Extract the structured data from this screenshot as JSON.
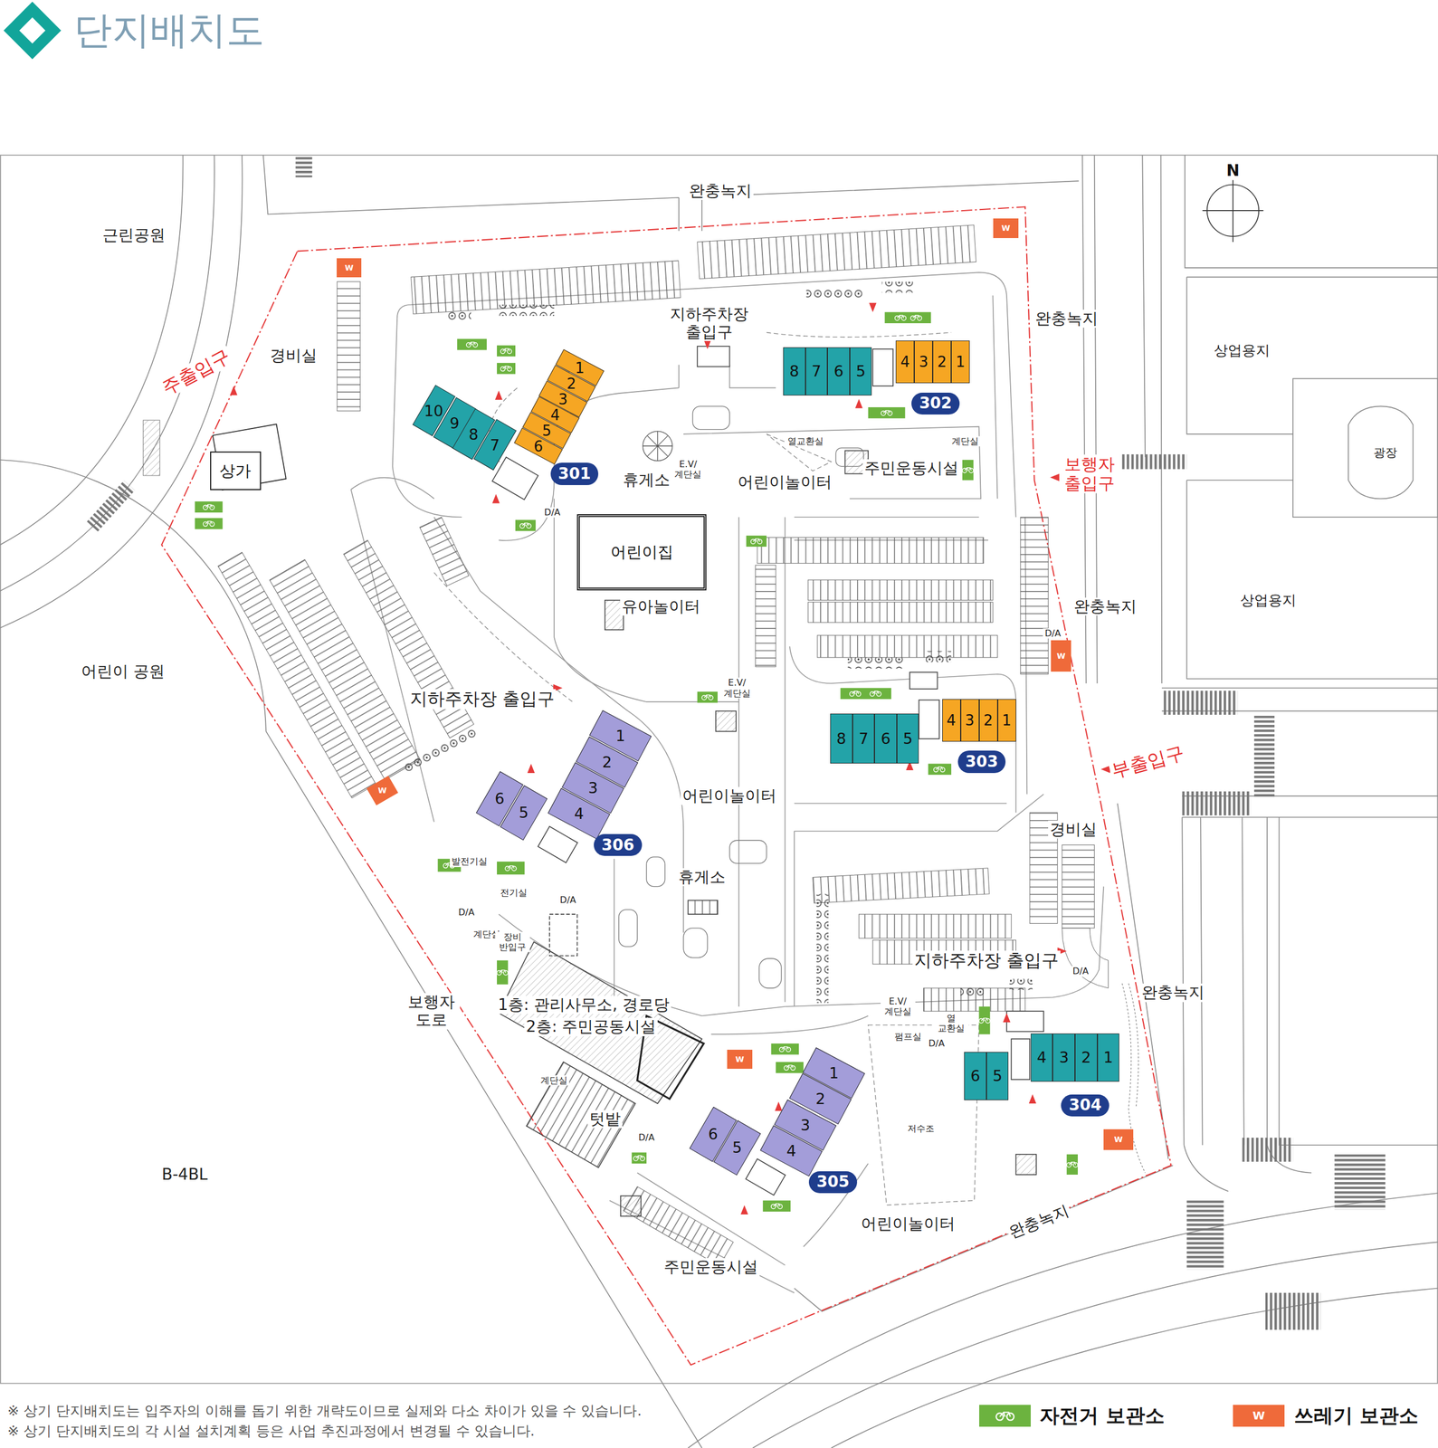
{
  "diagram": {
    "title": "단지배치도",
    "nodes": [
      {
        "text": [
          "W"
        ]
      },
      {
        "text": [
          "W"
        ]
      },
      {
        "text": [
          "상가"
        ]
      },
      {
        "text": [
          "10"
        ]
      },
      {
        "text": [
          "9"
        ]
      },
      {
        "text": [
          "8"
        ]
      },
      {
        "text": [
          "7"
        ]
      },
      {
        "text": [
          "1"
        ]
      },
      {
        "text": [
          "2"
        ]
      },
      {
        "text": [
          "3"
        ]
      },
      {
        "text": [
          "4"
        ]
      },
      {
        "text": [
          "5"
        ]
      },
      {
        "text": [
          "6"
        ]
      },
      {
        "text": [
          "301"
        ]
      },
      {
        "text": [
          "8"
        ]
      },
      {
        "text": [
          "7"
        ]
      },
      {
        "text": [
          "6"
        ]
      },
      {
        "text": [
          "5"
        ]
      },
      {
        "text": [
          "4"
        ]
      },
      {
        "text": [
          "3"
        ]
      },
      {
        "text": [
          "2"
        ]
      },
      {
        "text": [
          "1"
        ]
      },
      {
        "text": [
          "302"
        ]
      },
      {
        "text": [
          "어린이집"
        ]
      },
      {
        "text": [
          "W"
        ]
      },
      {
        "text": [
          "8"
        ]
      },
      {
        "text": [
          "7"
        ]
      },
      {
        "text": [
          "6"
        ]
      },
      {
        "text": [
          "5"
        ]
      },
      {
        "text": [
          "4"
        ]
      },
      {
        "text": [
          "3"
        ]
      },
      {
        "text": [
          "2"
        ]
      },
      {
        "text": [
          "1"
        ]
      },
      {
        "text": [
          "303"
        ]
      },
      {
        "text": [
          "1"
        ]
      },
      {
        "text": [
          "2"
        ]
      },
      {
        "text": [
          "3"
        ]
      },
      {
        "text": [
          "4"
        ]
      },
      {
        "text": [
          "6"
        ]
      },
      {
        "text": [
          "5"
        ]
      },
      {
        "text": [
          "306"
        ]
      },
      {
        "text": [
          "W"
        ]
      },
      {
        "text": [
          "W"
        ]
      },
      {
        "text": [
          "6"
        ]
      },
      {
        "text": [
          "5"
        ]
      },
      {
        "text": [
          "4"
        ]
      },
      {
        "text": [
          "3"
        ]
      },
      {
        "text": [
          "2"
        ]
      },
      {
        "text": [
          "1"
        ]
      },
      {
        "text": [
          "304"
        ]
      },
      {
        "text": [
          "1"
        ]
      },
      {
        "text": [
          "2"
        ]
      },
      {
        "text": [
          "3"
        ]
      },
      {
        "text": [
          "4"
        ]
      },
      {
        "text": [
          "6"
        ]
      },
      {
        "text": [
          "5"
        ]
      },
      {
        "text": [
          "305"
        ]
      },
      {
        "text": [
          "W"
        ]
      }
    ],
    "labels": [
      "완충녹지",
      "근린공원",
      "완충녹지",
      "상업용지",
      "경비실",
      "주출입구",
      "지하주차장 출입구",
      "광장",
      "열교환실",
      "계단실",
      "E.V/ 계단실",
      "휴게소",
      "어린이놀이터",
      "주민운동시설",
      "보행자 출입구",
      "D/A",
      "유아놀이터",
      "완충녹지",
      "상업용지",
      "D/A",
      "어린이 공원",
      "E.V/ 계단실",
      "지하주차장 출입구",
      "부출입구",
      "어린이놀이터",
      "경비실",
      "발전기실",
      "휴게소",
      "전기실",
      "D/A",
      "D/A",
      "계단실",
      "장비 반입구",
      "지하주차장 출입구",
      "D/A",
      "완충녹지",
      "1층: 관리사무소, 경로당",
      "보행자 도로",
      "E.V/ 계단실",
      "열 교환실",
      "2층: 주민공동시설",
      "펌프실",
      "D/A",
      "계단실",
      "텃밭",
      "저수조",
      "D/A",
      "B-4BL",
      "완충녹지",
      "어린이놀이터",
      "주민운동시설",
      "N",
      "W",
      "※ 상기 단지배치도는 입주자의 이해를 돕기 위한 개략도이므로 실제와 다소 차이가 있을 수 있습니다.",
      "※ 상기 단지배치도의 각 시설 설치계획 등은 사업 추진과정에서 변경될 수 있습니다."
    ],
    "legend": [
      {
        "text": "자전거 보관소",
        "color": "#6cb33f"
      },
      {
        "text": "쓰레기 보관소",
        "color": "#ef6a3a"
      }
    ]
  }
}
